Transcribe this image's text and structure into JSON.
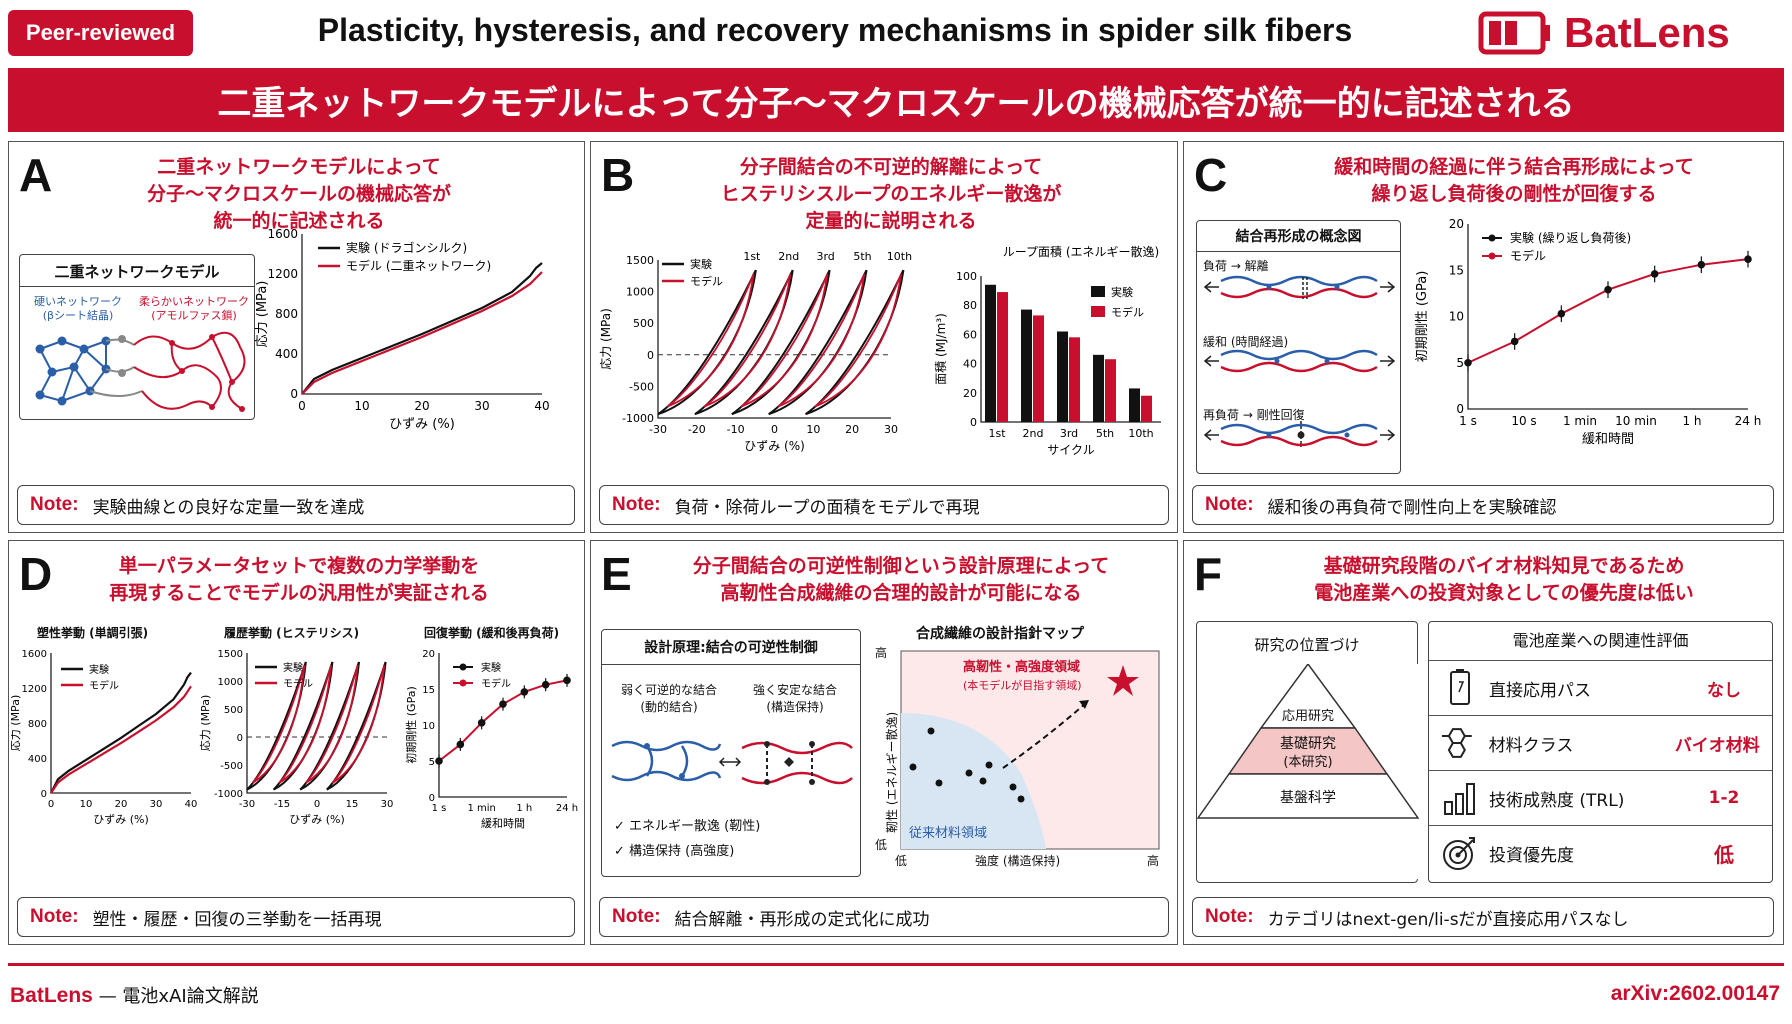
{
  "header": {
    "badge": "Peer-reviewed",
    "title": "Plasticity, hysteresis, and recovery mechanisms in spider silk fibers",
    "logo": "BatLens",
    "banner": "二重ネットワークモデルによって分子〜マクロスケールの機械応答が統一的に記述される"
  },
  "colors": {
    "accent": "#c8102e",
    "blue": "#2a5ea8"
  },
  "panels": {
    "A": {
      "label": "A",
      "head1": "二重ネットワークモデルによって",
      "head2": "分子〜マクロスケールの機械応答が",
      "head3": "統一的に記述される",
      "model_title": "二重ネットワークモデル",
      "hard1": "硬いネットワーク",
      "hard2": "(βシート結晶)",
      "soft1": "柔らかいネットワーク",
      "soft2": "(アモルファス鎖)",
      "note_label": "Note:",
      "note": "実験曲線との良好な定量一致を達成"
    },
    "B": {
      "label": "B",
      "head1": "分子間結合の不可逆的解離によって",
      "head2": "ヒステリシスループのエネルギー散逸が",
      "head3": "定量的に説明される",
      "note_label": "Note:",
      "note": "負荷・除荷ループの面積をモデルで再現"
    },
    "C": {
      "label": "C",
      "head1": "緩和時間の経過に伴う結合再形成によって",
      "head2": "繰り返し負荷後の剛性が回復する",
      "concept_title": "結合再形成の概念図",
      "step1": "負荷 → 解離",
      "step2": "緩和 (時間経過)",
      "step3": "再負荷 → 剛性回復",
      "note_label": "Note:",
      "note": "緩和後の再負荷で剛性向上を実験確認"
    },
    "D": {
      "label": "D",
      "head1": "単一パラメータセットで複数の力学挙動を",
      "head2": "再現することでモデルの汎用性が実証される",
      "sub1": "塑性挙動 (単調引張)",
      "sub2": "履歴挙動 (ヒステリシス)",
      "sub3": "回復挙動 (緩和後再負荷)",
      "note_label": "Note:",
      "note": "塑性・履歴・回復の三挙動を一括再現"
    },
    "E": {
      "label": "E",
      "head1": "分子間結合の可逆性制御という設計原理によって",
      "head2": "高靭性合成繊維の合理的設計が可能になる",
      "design_title": "設計原理:結合の可逆性制御",
      "weak1": "弱く可逆的な結合",
      "weak2": "(動的結合)",
      "strong1": "強く安定な結合",
      "strong2": "(構造保持)",
      "check1": "✓ エネルギー散逸 (靭性)",
      "check2": "✓ 構造保持 (高強度)",
      "map_title": "合成繊維の設計指針マップ",
      "region_hi1": "高靭性・高強度領域",
      "region_hi2": "(本モデルが目指す領域)",
      "region_lo": "従来材料領域",
      "y_axis": "靭性 (エネルギー散逸)",
      "y_hi": "高",
      "y_lo": "低",
      "x_axis": "強度 (構造保持)",
      "x_lo": "低",
      "x_hi": "高",
      "note_label": "Note:",
      "note": "結合解離・再形成の定式化に成功"
    },
    "F": {
      "label": "F",
      "head1": "基礎研究段階のバイオ材料知見であるため",
      "head2": "電池産業への投資対象としての優先度は低い",
      "pos_title": "研究の位置づけ",
      "tier1": "応用研究",
      "tier2a": "基礎研究",
      "tier2b": "(本研究)",
      "tier3": "基盤科学",
      "rel_title": "電池産業への関連性評価",
      "rows": [
        {
          "label": "直接応用パス",
          "value": "なし"
        },
        {
          "label": "材料クラス",
          "value": "バイオ材料"
        },
        {
          "label": "技術成熟度 (TRL)",
          "value": "1-2"
        },
        {
          "label": "投資優先度",
          "value": "低"
        }
      ],
      "note_label": "Note:",
      "note": "カテゴリはnext-gen/li-sだが直接応用パスなし"
    }
  },
  "chart_data": [
    {
      "type": "line",
      "id": "A-stress-strain",
      "xlabel": "ひずみ (%)",
      "ylabel": "応力 (MPa)",
      "xlim": [
        0,
        40
      ],
      "ylim": [
        0,
        1600
      ],
      "xticks": [
        0,
        10,
        20,
        30,
        40
      ],
      "yticks": [
        0,
        400,
        800,
        1200,
        1600
      ],
      "series": [
        {
          "name": "実験 (ドラゴンシルク)",
          "x": [
            0,
            2,
            5,
            10,
            15,
            20,
            25,
            30,
            35,
            38,
            39,
            40
          ],
          "y": [
            0,
            150,
            240,
            360,
            480,
            600,
            730,
            860,
            1020,
            1180,
            1260,
            1310
          ]
        },
        {
          "name": "モデル (二重ネットワーク)",
          "x": [
            0,
            2,
            5,
            10,
            15,
            20,
            25,
            30,
            35,
            38,
            40
          ],
          "y": [
            0,
            120,
            210,
            330,
            450,
            570,
            700,
            830,
            980,
            1100,
            1220
          ]
        }
      ]
    },
    {
      "type": "line",
      "id": "B-hysteresis",
      "xlabel": "ひずみ (%)",
      "ylabel": "応力 (MPa)",
      "xlim": [
        -30,
        30
      ],
      "ylim": [
        -1000,
        1500
      ],
      "xticks": [
        -30,
        -20,
        -10,
        0,
        10,
        20,
        30
      ],
      "yticks": [
        -1000,
        -500,
        0,
        500,
        1000,
        1500
      ],
      "loop_labels": [
        "1st",
        "2nd",
        "3rd",
        "5th",
        "10th"
      ],
      "series": [
        {
          "name": "実験"
        },
        {
          "name": "モデル"
        }
      ]
    },
    {
      "type": "bar",
      "id": "B-loop-area",
      "title": "ループ面積 (エネルギー散逸)",
      "xlabel": "サイクル",
      "ylabel": "面積 (MJ/m³)",
      "ylim": [
        0,
        100
      ],
      "yticks": [
        0,
        20,
        40,
        60,
        80,
        100
      ],
      "categories": [
        "1st",
        "2nd",
        "3rd",
        "5th",
        "10th"
      ],
      "series": [
        {
          "name": "実験",
          "values": [
            94,
            77,
            62,
            46,
            23
          ]
        },
        {
          "name": "モデル",
          "values": [
            89,
            73,
            58,
            43,
            18
          ]
        }
      ]
    },
    {
      "type": "line",
      "id": "C-recovery",
      "xlabel": "緩和時間",
      "ylabel": "初期剛性 (GPa)",
      "ylim": [
        0,
        20
      ],
      "yticks": [
        0,
        5,
        10,
        15,
        20
      ],
      "categories": [
        "1 s",
        "10 s",
        "1 min",
        "10 min",
        "1 h",
        "24 h"
      ],
      "series": [
        {
          "name": "実験 (繰り返し負荷後)",
          "values": [
            5,
            7.3,
            10.3,
            12.9,
            14.6,
            15.6,
            16.2
          ]
        },
        {
          "name": "モデル",
          "values": [
            5,
            7.2,
            10.1,
            12.8,
            14.4,
            15.5,
            16.1
          ]
        }
      ]
    },
    {
      "type": "line",
      "id": "D-plastic",
      "title": "塑性挙動 (単調引張)",
      "xlabel": "ひずみ (%)",
      "ylabel": "応力 (MPa)",
      "xlim": [
        0,
        40
      ],
      "ylim": [
        0,
        1600
      ],
      "xticks": [
        0,
        10,
        20,
        30,
        40
      ],
      "yticks": [
        0,
        400,
        800,
        1200,
        1600
      ],
      "series": [
        {
          "name": "実験"
        },
        {
          "name": "モデル"
        }
      ]
    },
    {
      "type": "line",
      "id": "D-hysteresis",
      "title": "履歴挙動 (ヒステリシス)",
      "xlabel": "ひずみ (%)",
      "ylabel": "応力 (MPa)",
      "xlim": [
        -30,
        30
      ],
      "ylim": [
        -1000,
        1500
      ],
      "xticks": [
        -30,
        -15,
        0,
        15,
        30
      ],
      "yticks": [
        -1000,
        -500,
        0,
        500,
        1000,
        1500
      ],
      "series": [
        {
          "name": "実験"
        },
        {
          "name": "モデル"
        }
      ]
    },
    {
      "type": "line",
      "id": "D-recovery",
      "title": "回復挙動 (緩和後再負荷)",
      "xlabel": "緩和時間",
      "ylabel": "初期剛性 (GPa)",
      "ylim": [
        0,
        20
      ],
      "yticks": [
        0,
        5,
        10,
        15,
        20
      ],
      "categories": [
        "1 s",
        "1 min",
        "1 h",
        "24 h"
      ],
      "series": [
        {
          "name": "実験"
        },
        {
          "name": "モデル"
        }
      ]
    }
  ]
}
